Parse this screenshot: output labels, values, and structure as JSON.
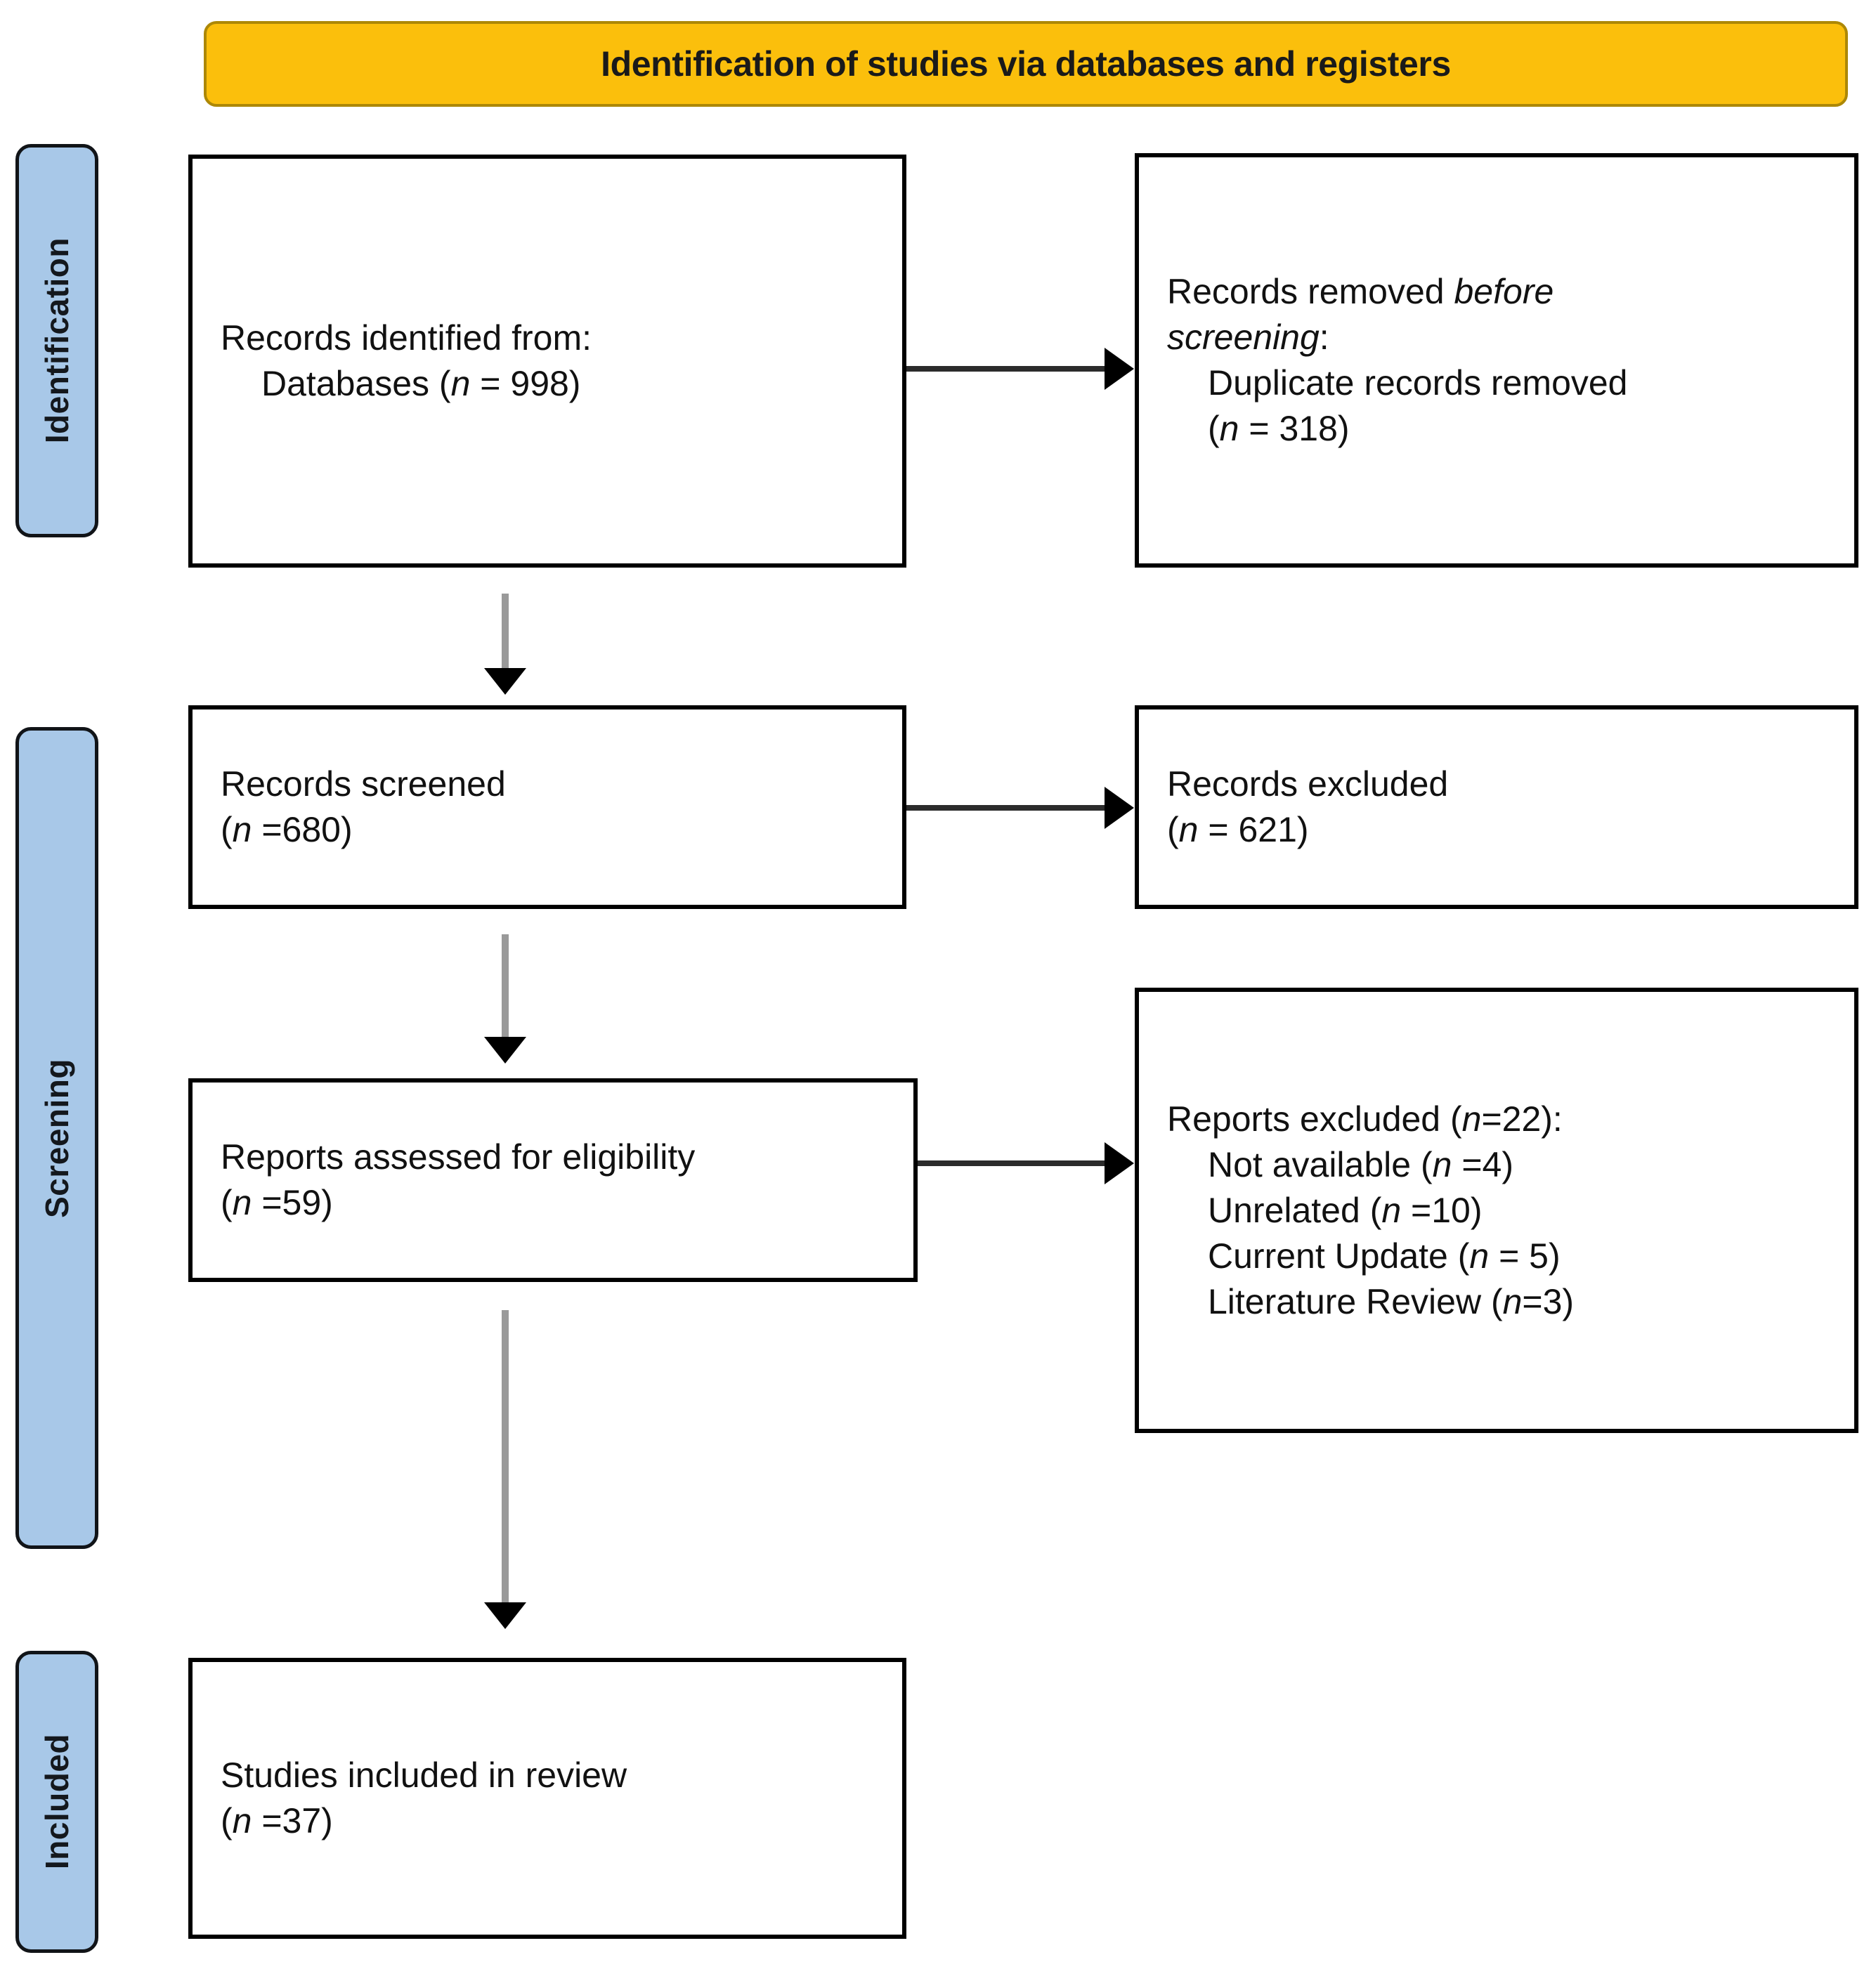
{
  "banner": {
    "title": "Identification of studies via databases and registers",
    "fill_color": "#FBBF0C",
    "border_color": "#AD8806"
  },
  "stages": {
    "fill_color": "#A8C8E8",
    "identification": "Identification",
    "screening": "Screening",
    "included": "Included"
  },
  "boxes": {
    "identified": {
      "line1": "Records identified from:",
      "line2_pre": "Databases (",
      "line2_n": "n",
      "line2_post": " = 998)"
    },
    "removed": {
      "line1_pre": "Records removed ",
      "line1_ital": "before",
      "line2_ital": "screening",
      "line2_post": ":",
      "line3": "Duplicate records removed",
      "line4_pre": "(",
      "line4_n": "n",
      "line4_post": " = 318)"
    },
    "screened": {
      "line1": "Records screened",
      "line2_pre": "(",
      "line2_n": "n",
      "line2_post": " =680)"
    },
    "excluded": {
      "line1": "Records excluded",
      "line2_pre": "(",
      "line2_n": "n",
      "line2_post": " = 621)"
    },
    "eligibility": {
      "line1": "Reports assessed for eligibility",
      "line2_pre": "(",
      "line2_n": "n",
      "line2_post": " =59)"
    },
    "reports_excluded": {
      "line1_pre": "Reports excluded (",
      "line1_n": "n",
      "line1_post": "=22):",
      "item1_pre": "Not available (",
      "item1_n": "n",
      "item1_post": " =4)",
      "item2_pre": "Unrelated (",
      "item2_n": "n",
      "item2_post": " =10)",
      "item3_pre": "Current Update (",
      "item3_n": "n",
      "item3_post": " = 5)",
      "item4_pre": "Literature Review (",
      "item4_n": "n",
      "item4_post": "=3)"
    },
    "included": {
      "line1": "Studies included in review",
      "line2_pre": "(",
      "line2_n": "n",
      "line2_post": " =37)"
    }
  },
  "chart_data": {
    "type": "diagram",
    "title": "Identification of studies via databases and registers",
    "diagram_kind": "PRISMA 2020 flow diagram",
    "stages": [
      "Identification",
      "Screening",
      "Included"
    ],
    "nodes": [
      {
        "id": "identified",
        "stage": "Identification",
        "label": "Records identified from: Databases",
        "n": 998
      },
      {
        "id": "removed",
        "stage": "Identification",
        "label": "Records removed before screening: Duplicate records removed",
        "n": 318
      },
      {
        "id": "screened",
        "stage": "Screening",
        "label": "Records screened",
        "n": 680
      },
      {
        "id": "excluded",
        "stage": "Screening",
        "label": "Records excluded",
        "n": 621
      },
      {
        "id": "eligibility",
        "stage": "Screening",
        "label": "Reports assessed for eligibility",
        "n": 59
      },
      {
        "id": "reports_excluded",
        "stage": "Screening",
        "label": "Reports excluded",
        "n": 22,
        "breakdown": [
          {
            "reason": "Not available",
            "n": 4
          },
          {
            "reason": "Unrelated",
            "n": 10
          },
          {
            "reason": "Current Update",
            "n": 5
          },
          {
            "reason": "Literature Review",
            "n": 3
          }
        ]
      },
      {
        "id": "included",
        "stage": "Included",
        "label": "Studies included in review",
        "n": 37
      }
    ],
    "edges": [
      {
        "from": "identified",
        "to": "removed",
        "direction": "horizontal"
      },
      {
        "from": "identified",
        "to": "screened",
        "direction": "vertical"
      },
      {
        "from": "screened",
        "to": "excluded",
        "direction": "horizontal"
      },
      {
        "from": "screened",
        "to": "eligibility",
        "direction": "vertical"
      },
      {
        "from": "eligibility",
        "to": "reports_excluded",
        "direction": "horizontal"
      },
      {
        "from": "eligibility",
        "to": "included",
        "direction": "vertical"
      }
    ]
  }
}
